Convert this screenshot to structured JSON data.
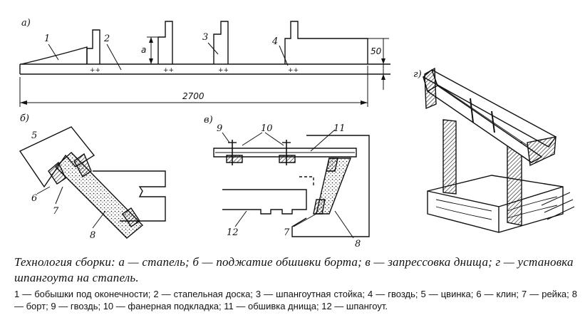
{
  "panels": {
    "a": "а)",
    "b": "б)",
    "v": "в)",
    "g": "г)"
  },
  "numbers": {
    "n1": "1",
    "n2": "2",
    "n3": "3",
    "n4": "4",
    "n5": "5",
    "n6": "6",
    "n7": "7",
    "n8": "8",
    "n9": "9",
    "n10": "10",
    "n11": "11",
    "n12": "12",
    "n7v": "7",
    "n8v": "8"
  },
  "dimensions": {
    "length": "2700",
    "height": "50",
    "a": "a"
  },
  "caption": "Технология сборки: а — стапель; б — поджатие обшивки борта; в — запрессовка днища; г — установка шпангоута на стапель.",
  "legend": "1 — бобышки под оконечности; 2 — стапельная доска; 3 — шпангоутная стойка; 4 — гвоздь; 5 — цвинка; 6 — клин; 7 — рейка; 8 — борт; 9 — гвоздь; 10 — фанерная подкладка; 11 — обшивка днища; 12 — шпангоут."
}
